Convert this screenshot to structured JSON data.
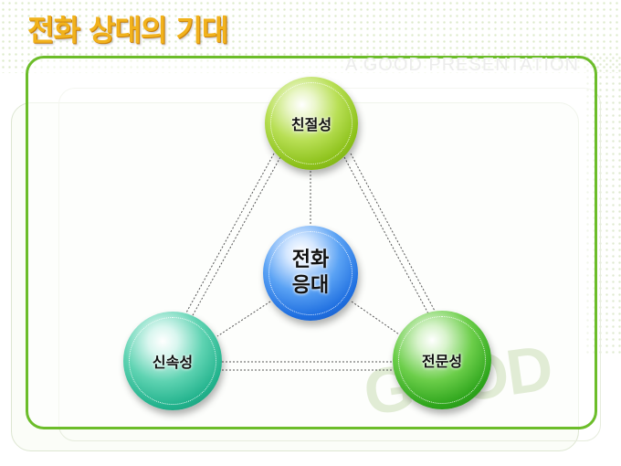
{
  "slide": {
    "title": "전화 상대의 기대",
    "watermark": "A GOOD PRESENTATION",
    "decor_text": "GOOD"
  },
  "diagram": {
    "center": {
      "line1": "전화",
      "line2": "응대"
    },
    "nodes": [
      {
        "id": "top",
        "label": "친절성"
      },
      {
        "id": "left",
        "label": "신속성"
      },
      {
        "id": "right",
        "label": "전문성"
      }
    ]
  },
  "colors": {
    "title": "#f1b21c",
    "frame_border": "#6cbd2a",
    "node_top": "#8dc21b",
    "node_left": "#21b28c",
    "node_right": "#2ea51c",
    "node_center": "#1f6fe0"
  }
}
